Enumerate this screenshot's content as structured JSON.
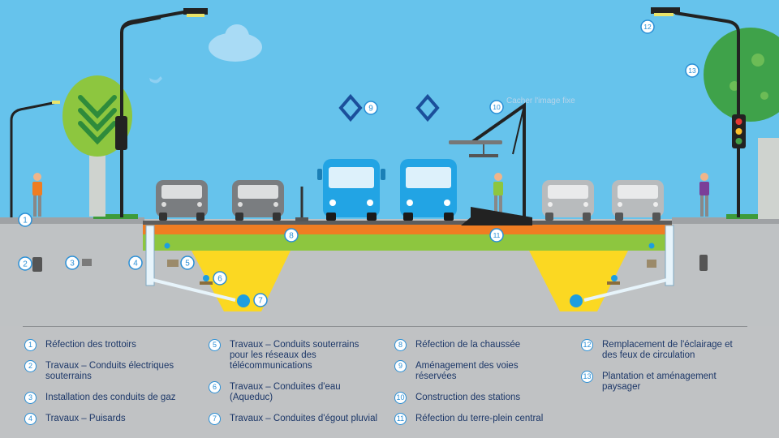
{
  "colors": {
    "sky": "#66c3ec",
    "ground": "#bfc2c4",
    "orange_layer": "#ef7d22",
    "green_layer": "#8dc63f",
    "yellow_trench": "#fbd822",
    "bus_blue": "#22a4e4",
    "marker_blue": "#1b4f9b",
    "legend_text": "#1c3768"
  },
  "caption": "Cacher l'image fixe",
  "markers": [
    "1",
    "2",
    "3",
    "4",
    "5",
    "6",
    "7",
    "8",
    "9",
    "10",
    "11",
    "12",
    "13"
  ],
  "legend": {
    "items": [
      {
        "num": "1",
        "text": "Réfection des trottoirs"
      },
      {
        "num": "2",
        "text": "Travaux – Conduits électriques\nsouterrains"
      },
      {
        "num": "3",
        "text": "Installation des conduits de gaz"
      },
      {
        "num": "4",
        "text": "Travaux – Puisards"
      },
      {
        "num": "5",
        "text": "Travaux – Conduits souterrains\npour les réseaux des\ntélécommunications"
      },
      {
        "num": "6",
        "text": "Travaux – Conduites d'eau\n(Aqueduc)"
      },
      {
        "num": "7",
        "text": "Travaux – Conduites d'égout pluvial"
      },
      {
        "num": "8",
        "text": "Réfection de la chaussée"
      },
      {
        "num": "9",
        "text": "Aménagement des voies\nréservées"
      },
      {
        "num": "10",
        "text": "Construction des stations"
      },
      {
        "num": "11",
        "text": "Réfection du terre-plein central"
      },
      {
        "num": "12",
        "text": "Remplacement de l'éclairage et\ndes feux de circulation"
      },
      {
        "num": "13",
        "text": "Plantation et aménagement\npaysager"
      }
    ]
  }
}
